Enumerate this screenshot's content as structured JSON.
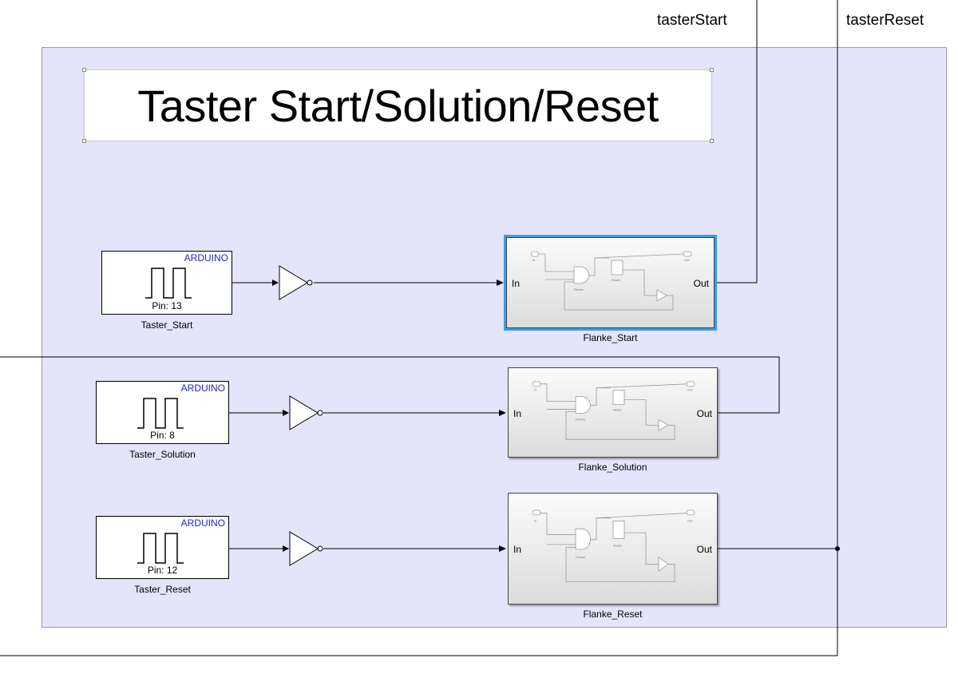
{
  "annotation": {
    "title": "Taster Start/Solution/Reset"
  },
  "signals": {
    "start": "tasterStart",
    "reset": "tasterReset"
  },
  "source_blocks": [
    {
      "brand": "ARDUINO",
      "pin": "Pin: 13",
      "name": "Taster_Start"
    },
    {
      "brand": "ARDUINO",
      "pin": "Pin: 8",
      "name": "Taster_Solution"
    },
    {
      "brand": "ARDUINO",
      "pin": "Pin: 12",
      "name": "Taster_Reset"
    }
  ],
  "subsystems": [
    {
      "name": "Flanke_Start",
      "in_label": "In",
      "out_label": "Out",
      "selected": true
    },
    {
      "name": "Flanke_Solution",
      "in_label": "In",
      "out_label": "Out",
      "selected": false
    },
    {
      "name": "Flanke_Reset",
      "in_label": "In",
      "out_label": "Out",
      "selected": false
    }
  ],
  "subsystem_preview": {
    "in": "In",
    "out": "Out",
    "flank": "Flanke",
    "reset": "Reset"
  },
  "colors": {
    "area_fill": "#e4e4fa",
    "brand_text": "#2222cc",
    "selection": "#3d9bea"
  }
}
